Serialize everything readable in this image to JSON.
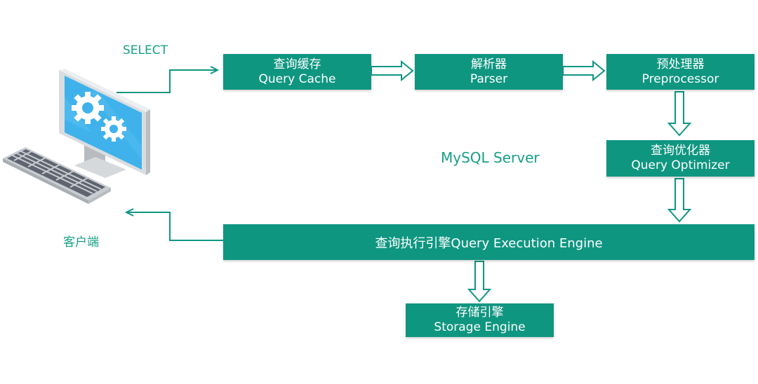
{
  "colors": {
    "box_fill": "#0f9681",
    "accent_text": "#16a085",
    "arrow_stroke": "#0f9681"
  },
  "client": {
    "label": "客户端",
    "request_label": "SELECT",
    "icon": "computer-icon"
  },
  "server": {
    "label": "MySQL Server"
  },
  "nodes": {
    "query_cache": {
      "zh": "查询缓存",
      "en": "Query Cache"
    },
    "parser": {
      "zh": "解析器",
      "en": "Parser"
    },
    "preprocessor": {
      "zh": "预处理器",
      "en": "Preprocessor"
    },
    "optimizer": {
      "zh": "查询优化器",
      "en": "Query Optimizer"
    },
    "execution_engine": {
      "label": "查询执行引擎Query Execution Engine"
    },
    "storage_engine": {
      "zh": "存储引擎",
      "en": "Storage Engine"
    }
  }
}
